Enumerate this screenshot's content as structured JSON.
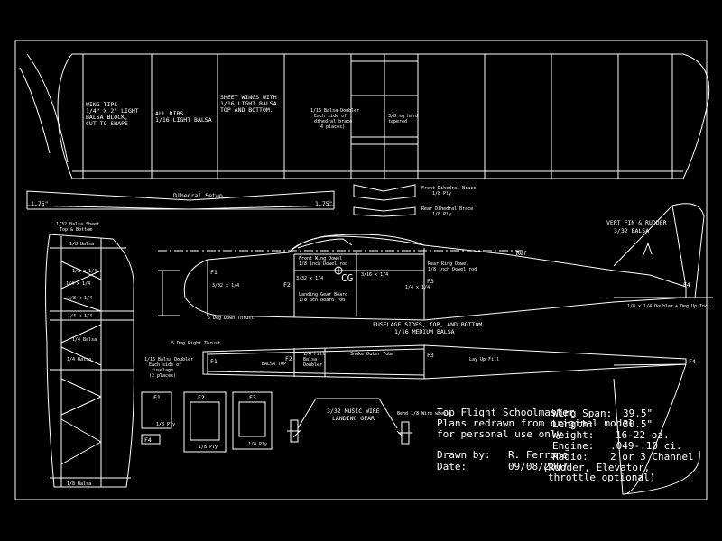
{
  "wing": {
    "tips_note": [
      "WING TIPS",
      "1/4\" X 2\" LIGHT",
      "BALSA BLOCK,",
      "CUT TO SHAPE"
    ],
    "ribs_note": [
      "ALL RIBS",
      "1/16 LIGHT BALSA"
    ],
    "sheet_note": [
      "SHEET WINGS WITH",
      "1/16 LIGHT BALSA",
      "TOP AND BOTTOM."
    ],
    "spar_note": [
      "1/16 Balsa Doubler",
      "Each side of",
      "dihedral brace",
      "(4 places)"
    ],
    "joint_note": [
      "3/8 sq hard",
      "tapered"
    ],
    "dihedral_label": "Dihedral Setup",
    "dihedral_left": "1.75\"",
    "dihedral_right": "1.75\"",
    "front_brace": [
      "Front Dihedral Brace",
      "1/8 Ply"
    ],
    "rear_brace": [
      "Rear Dihedral Brace",
      "1/8 Ply"
    ]
  },
  "stab": {
    "sheet_note": [
      "1/32 Balsa Sheet",
      "Top & Bottom"
    ],
    "labels": [
      "1/8 Balsa",
      "1/8 x 1/4",
      "1/4 x 1/4",
      "1/8 x 1/4",
      "1/4 x 1/4",
      "1/4 Balsa",
      "1/4 Balsa",
      "1/8 Balsa"
    ]
  },
  "fuselage": {
    "ref": "Ref",
    "cg": "CG",
    "fin_note": [
      "VERT FIN & RUDDER",
      "3/32 BALSA"
    ],
    "sides_note": [
      "FUSELAGE SIDES, TOP, AND BOTTOM",
      "1/16 MEDIUM BALSA"
    ],
    "formers": [
      "F1",
      "F2",
      "F3",
      "F4"
    ],
    "small_notes": [
      "Front Wing Dowel",
      "1/8 inch Dowel rod",
      "Landing Gear Board",
      "1/8 Bch Board rod",
      "Rear Ring Dowel",
      "1/8 inch Dowel rod",
      "3/32 x 1/4",
      "3/16 x 1/4",
      "3/32 x 1/4",
      "1/4 x 1/4",
      "5 Deg Down Thrust",
      "1/16 Balsa Doubler",
      "Each side of",
      "fuselage",
      "(2 places)",
      "5 Deg Right Thrust",
      "1/4 Fill",
      "Balsa",
      "Doubler",
      "Snake Outer Tube",
      "BALSA TOP",
      "Lay Up Fill",
      "1/8 x 1/4 Doubler",
      "+ Deg Up Inc."
    ]
  },
  "parts": {
    "f1": "F1",
    "f1_sub": "1/8 Ply",
    "f2": "F2",
    "f2_sub": "1/8 Ply",
    "f3": "F3",
    "f3_sub": "1/8 Ply",
    "f4": "F4",
    "gear": [
      "3/32 MUSIC WIRE",
      "LANDING GEAR"
    ],
    "gear_note": "Bend 1/8 Wire wheels"
  },
  "title_block": {
    "title": "Top Flight Schoolmaster",
    "line2": "Plans redrawn from original model",
    "line3": "for personal use only",
    "drawn_label": "Drawn by:",
    "drawn_value": "R. Ferrone",
    "date_label": "Date:",
    "date_value": "09/08/2007",
    "span_label": "Wing Span:",
    "span_value": "39.5\"",
    "length_label": "Length:",
    "length_value": "30.5\"",
    "weight_label": "Weight:",
    "weight_value": "16-22 oz.",
    "engine_label": "Engine:",
    "engine_value": ".049-.10 ci.",
    "radio_label": "Radio:",
    "radio_value": "2 or 3 Channel",
    "radio_note": "(Rudder, Elevator,",
    "radio_note2": "throttle optional)"
  }
}
